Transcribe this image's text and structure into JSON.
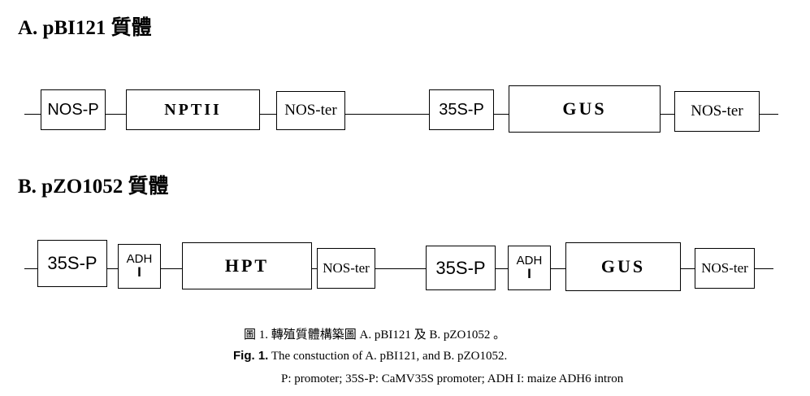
{
  "diagram_a": {
    "title": "A. pBI121 質體",
    "elements": [
      "NOS-P",
      "NPTII",
      "NOS-ter",
      "35S-P",
      "GUS",
      "NOS-ter"
    ]
  },
  "diagram_b": {
    "title": "B. pZO1052 質體",
    "elements": [
      "35S-P",
      "ADH",
      "I",
      "HPT",
      "NOS-ter",
      "35S-P",
      "ADH",
      "I",
      "GUS",
      "NOS-ter"
    ]
  },
  "caption": {
    "line1": "圖 1. 轉殖質體構築圖 A. pBI121 及 B. pZO1052 。",
    "fig_label": "Fig. 1.",
    "line2": "The constuction of A. pBI121, and B. pZO1052.",
    "line3": "P: promoter; 35S-P: CaMV35S promoter; ADH I: maize ADH6 intron"
  }
}
